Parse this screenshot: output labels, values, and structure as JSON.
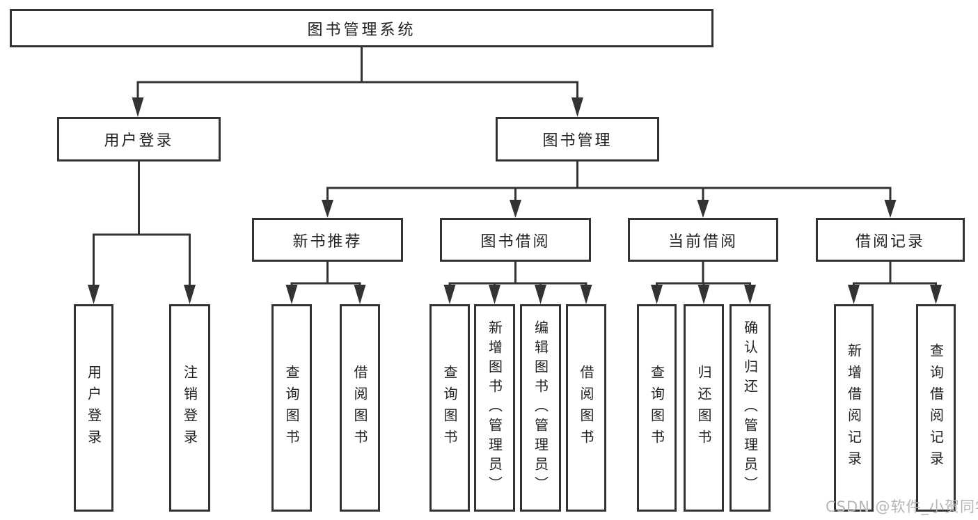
{
  "diagram_title": "图书管理系统",
  "nodes": {
    "root": {
      "label": "图书管理系统"
    },
    "level1": [
      {
        "label": "用户登录"
      },
      {
        "label": "图书管理"
      }
    ],
    "level2": [
      {
        "label": "新书推荐",
        "parent": "图书管理"
      },
      {
        "label": "图书借阅",
        "parent": "图书管理"
      },
      {
        "label": "当前借阅",
        "parent": "图书管理"
      },
      {
        "label": "借阅记录",
        "parent": "图书管理"
      }
    ],
    "leaves": [
      {
        "label": "用户登录",
        "parent": "用户登录"
      },
      {
        "label": "注销登录",
        "parent": "用户登录"
      },
      {
        "label": "查询图书",
        "parent": "新书推荐"
      },
      {
        "label": "借阅图书",
        "parent": "新书推荐"
      },
      {
        "label": "查询图书",
        "parent": "图书借阅"
      },
      {
        "label": "新增图书（管理员）",
        "parent": "图书借阅"
      },
      {
        "label": "编辑图书（管理员）",
        "parent": "图书借阅"
      },
      {
        "label": "借阅图书",
        "parent": "图书借阅"
      },
      {
        "label": "查询图书",
        "parent": "当前借阅"
      },
      {
        "label": "归还图书",
        "parent": "当前借阅"
      },
      {
        "label": "确认归还（管理员）",
        "parent": "当前借阅"
      },
      {
        "label": "新增借阅记录",
        "parent": "借阅记录"
      },
      {
        "label": "查询借阅记录",
        "parent": "借阅记录"
      }
    ]
  },
  "watermark": {
    "text": "CSDN @软件_小贺同学"
  },
  "colors": {
    "line": "#333333",
    "box_border": "#333333",
    "text": "#222222",
    "watermark": "#b5b5b5",
    "background": "#ffffff"
  }
}
